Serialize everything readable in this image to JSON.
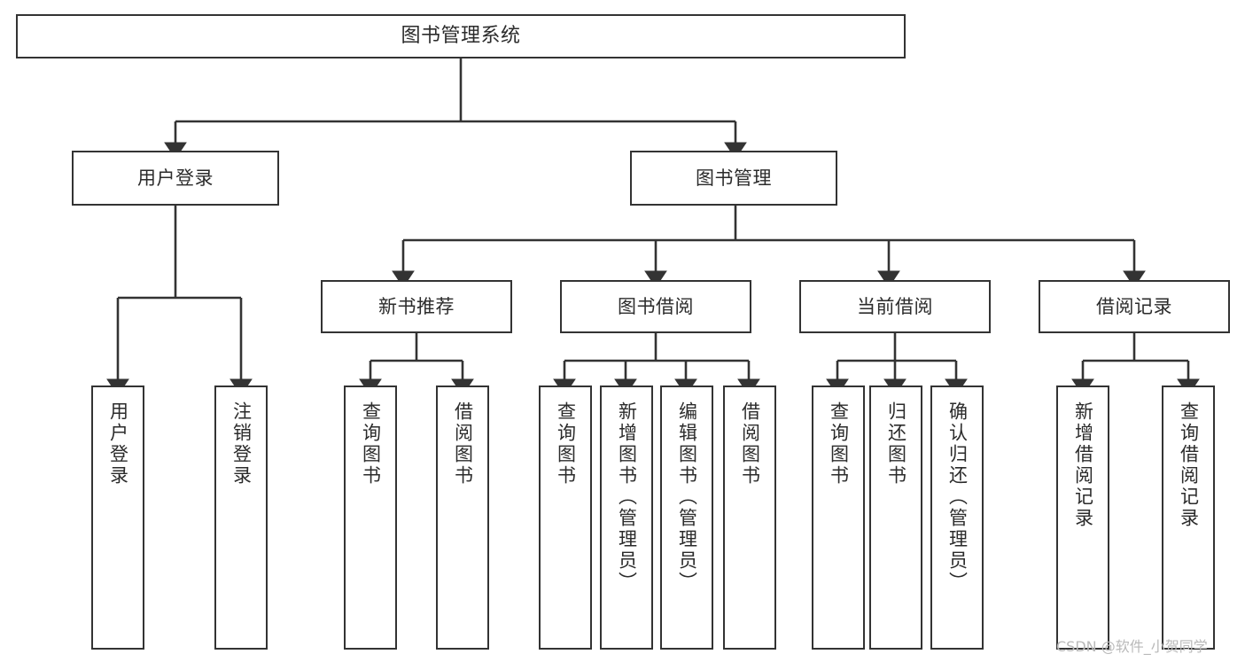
{
  "diagram": {
    "title": "图书管理系统",
    "type": "tree-hierarchy-chart",
    "accent_border_color": "#333333",
    "text_color": "#2b2b2b",
    "background_color": "#ffffff"
  },
  "nodes": {
    "root": {
      "label": "图书管理系统"
    },
    "level2": [
      {
        "label": "用户登录"
      },
      {
        "label": "图书管理"
      }
    ],
    "level3": [
      {
        "label": "新书推荐"
      },
      {
        "label": "图书借阅"
      },
      {
        "label": "当前借阅"
      },
      {
        "label": "借阅记录"
      }
    ],
    "leaves": {
      "user_login": [
        {
          "label": "用户登录"
        },
        {
          "label": "注销登录"
        }
      ],
      "new_book_recommend": [
        {
          "label": "查询图书"
        },
        {
          "label": "借阅图书"
        }
      ],
      "book_borrow": [
        {
          "label": "查询图书"
        },
        {
          "label": "新增图书（管理员）"
        },
        {
          "label": "编辑图书（管理员）"
        },
        {
          "label": "借阅图书"
        }
      ],
      "current_borrow": [
        {
          "label": "查询图书"
        },
        {
          "label": "归还图书"
        },
        {
          "label": "确认归还（管理员）"
        }
      ],
      "borrow_record": [
        {
          "label": "新增借阅记录"
        },
        {
          "label": "查询借阅记录"
        }
      ]
    }
  },
  "watermark": {
    "text": "CSDN @软件_小贺同学"
  }
}
